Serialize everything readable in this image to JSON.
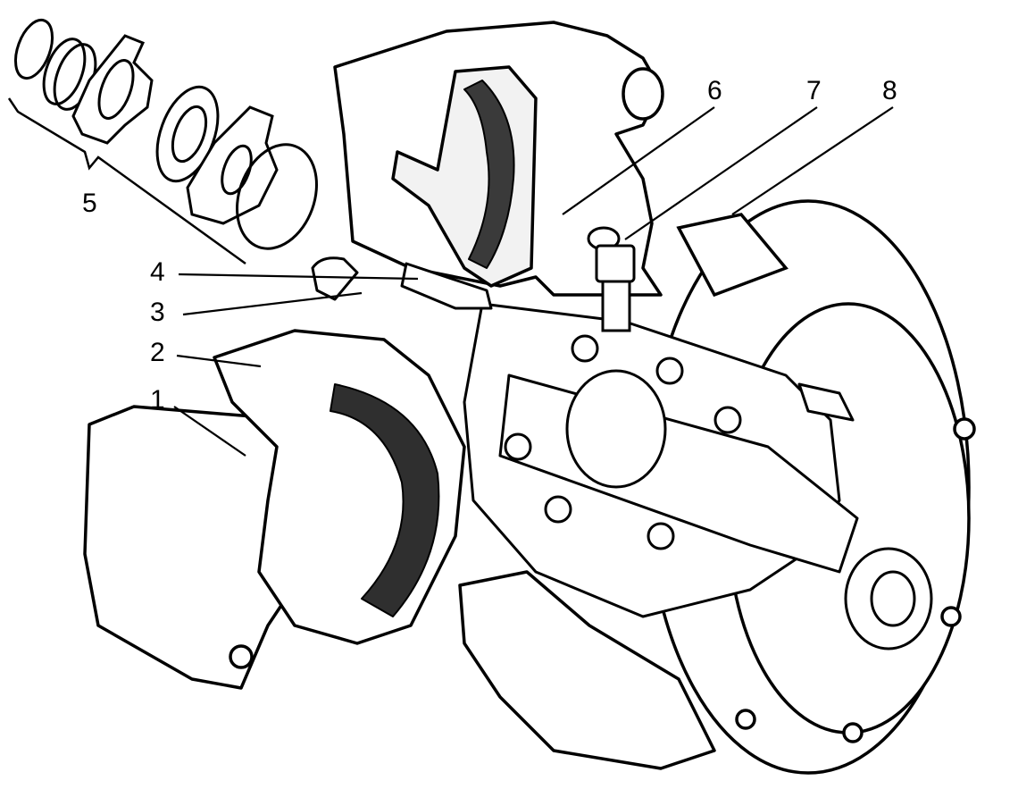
{
  "diagram": {
    "ink_color": "#000000",
    "paper_color": "#ffffff",
    "callouts": [
      {
        "id": "1",
        "label": "1"
      },
      {
        "id": "2",
        "label": "2"
      },
      {
        "id": "3",
        "label": "3"
      },
      {
        "id": "4",
        "label": "4"
      },
      {
        "id": "5",
        "label": "5"
      },
      {
        "id": "6",
        "label": "6"
      },
      {
        "id": "7",
        "label": "7"
      },
      {
        "id": "8",
        "label": "8"
      }
    ]
  }
}
